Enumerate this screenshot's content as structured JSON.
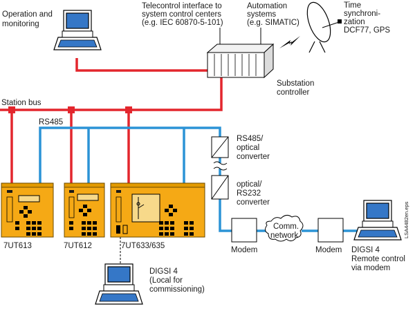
{
  "diagram": {
    "operation": [
      "Operation and",
      "monitoring"
    ],
    "telecontrol": [
      "Telecontrol interface to",
      "system control centers",
      "(e.g. IEC 60870-5-101)"
    ],
    "automation": [
      "Automation",
      "systems",
      "(e.g. SIMATIC)"
    ],
    "time_sync": [
      "Time",
      "synchroni-",
      "zation",
      "DCF77, GPS"
    ],
    "substation": [
      "Substation",
      "controller"
    ],
    "station_bus": "Station bus",
    "rs485": "RS485",
    "rs485_conv": [
      "RS485/",
      "optical",
      "converter"
    ],
    "optical_conv": [
      "optical/",
      "RS232",
      "converter"
    ],
    "comm_network": [
      "Comm.",
      "network"
    ],
    "modem_left": "Modem",
    "modem_right": "Modem",
    "digsi_remote": [
      "DIGSI 4",
      "Remote control",
      "via modem"
    ],
    "relay_1": "7UT613",
    "relay_2": "7UT612",
    "relay_3": "7UT633/635",
    "digsi_local": [
      "DIGSI 4",
      "(Local for",
      "commissioning)"
    ],
    "figure_code": "LSA4482en.eps"
  }
}
